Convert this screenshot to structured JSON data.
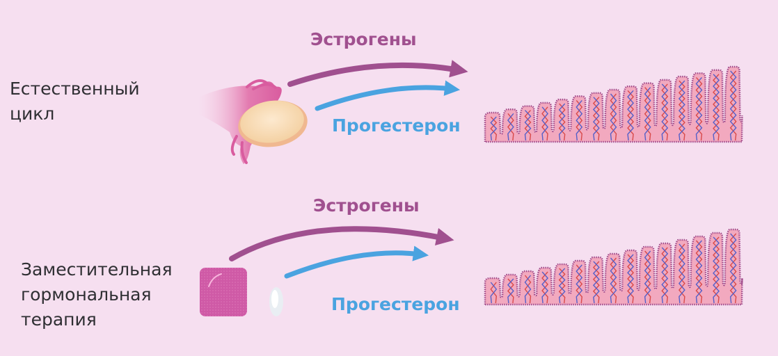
{
  "rows": [
    {
      "label_lines": [
        "Естественный",
        "цикл"
      ],
      "estrogen_label": "Эстрогены",
      "progesterone_label": "Прогестерон"
    },
    {
      "label_lines": [
        "Заместительная",
        "гормональная",
        "терапия"
      ],
      "estrogen_label": "Эстрогены",
      "progesterone_label": "Прогестерон"
    }
  ],
  "colors": {
    "background": "#f6dff0",
    "estrogen": "#a0508f",
    "progesterone": "#4aa3e0",
    "tissue": "#f2a9bf",
    "tissue_outline": "#a04a8a",
    "patch": "#cf5aa6"
  },
  "icons": [
    "ovary-icon",
    "patch-icon",
    "pill-icon",
    "endometrium-icon"
  ]
}
